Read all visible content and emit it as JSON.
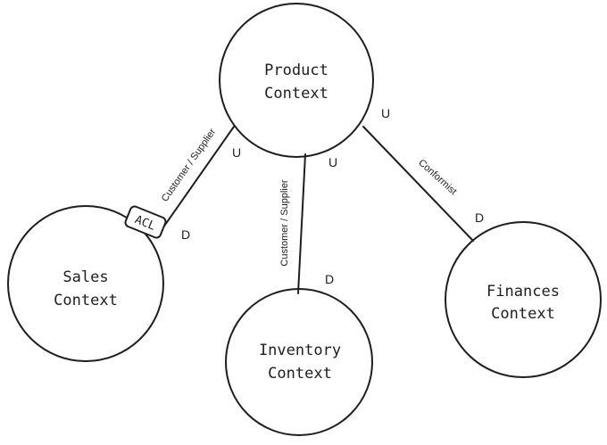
{
  "contexts": {
    "product": {
      "line1": "Product",
      "line2": "Context"
    },
    "sales": {
      "line1": "Sales",
      "line2": "Context"
    },
    "inventory": {
      "line1": "Inventory",
      "line2": "Context"
    },
    "finances": {
      "line1": "Finances",
      "line2": "Context"
    }
  },
  "relations": {
    "product_sales": {
      "label": "Customer / Supplier",
      "upstream": "U",
      "downstream": "D",
      "acl": "ACL"
    },
    "product_inventory": {
      "label": "Customer / Supplier",
      "upstream": "U",
      "downstream": "D"
    },
    "product_finances": {
      "label": "Conformist",
      "upstream": "U",
      "downstream": "D"
    }
  }
}
